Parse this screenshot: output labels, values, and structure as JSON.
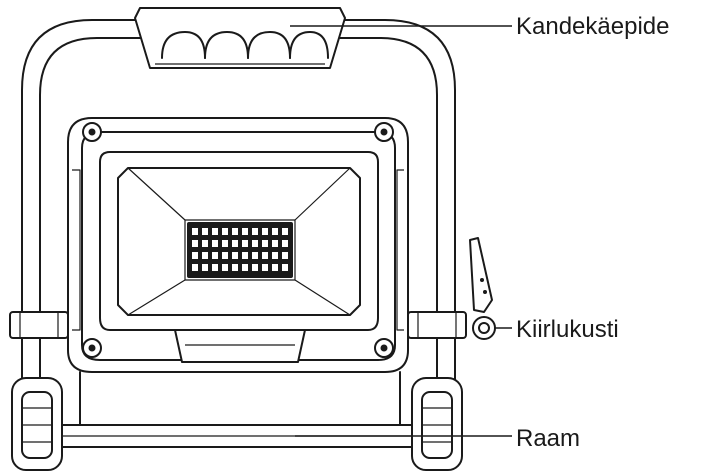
{
  "labels": {
    "handle": "Kandekäepide",
    "trigger_lock": "Kiirlukusti",
    "frame": "Raam"
  },
  "colors": {
    "line": "#1a1a1a",
    "background": "#ffffff"
  }
}
